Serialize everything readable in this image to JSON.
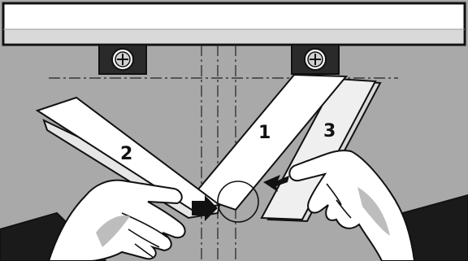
{
  "illustration": {
    "panel_labels": [
      "1",
      "2",
      "3"
    ],
    "colors": {
      "background": "#a9a9a9",
      "rail": "#ffffff",
      "rail_shadow": "#d9d9d9",
      "paper": "#ffffff",
      "paper_shade": "#e6e6e6",
      "hand_fill": "#ffffff",
      "hand_shadow": "#bdbdbd",
      "sleeve": "#1a1a1a",
      "outline": "#111111"
    },
    "icons": {
      "fastener": "phillips-screw-icon",
      "push_direction": "arrow-icon"
    }
  }
}
